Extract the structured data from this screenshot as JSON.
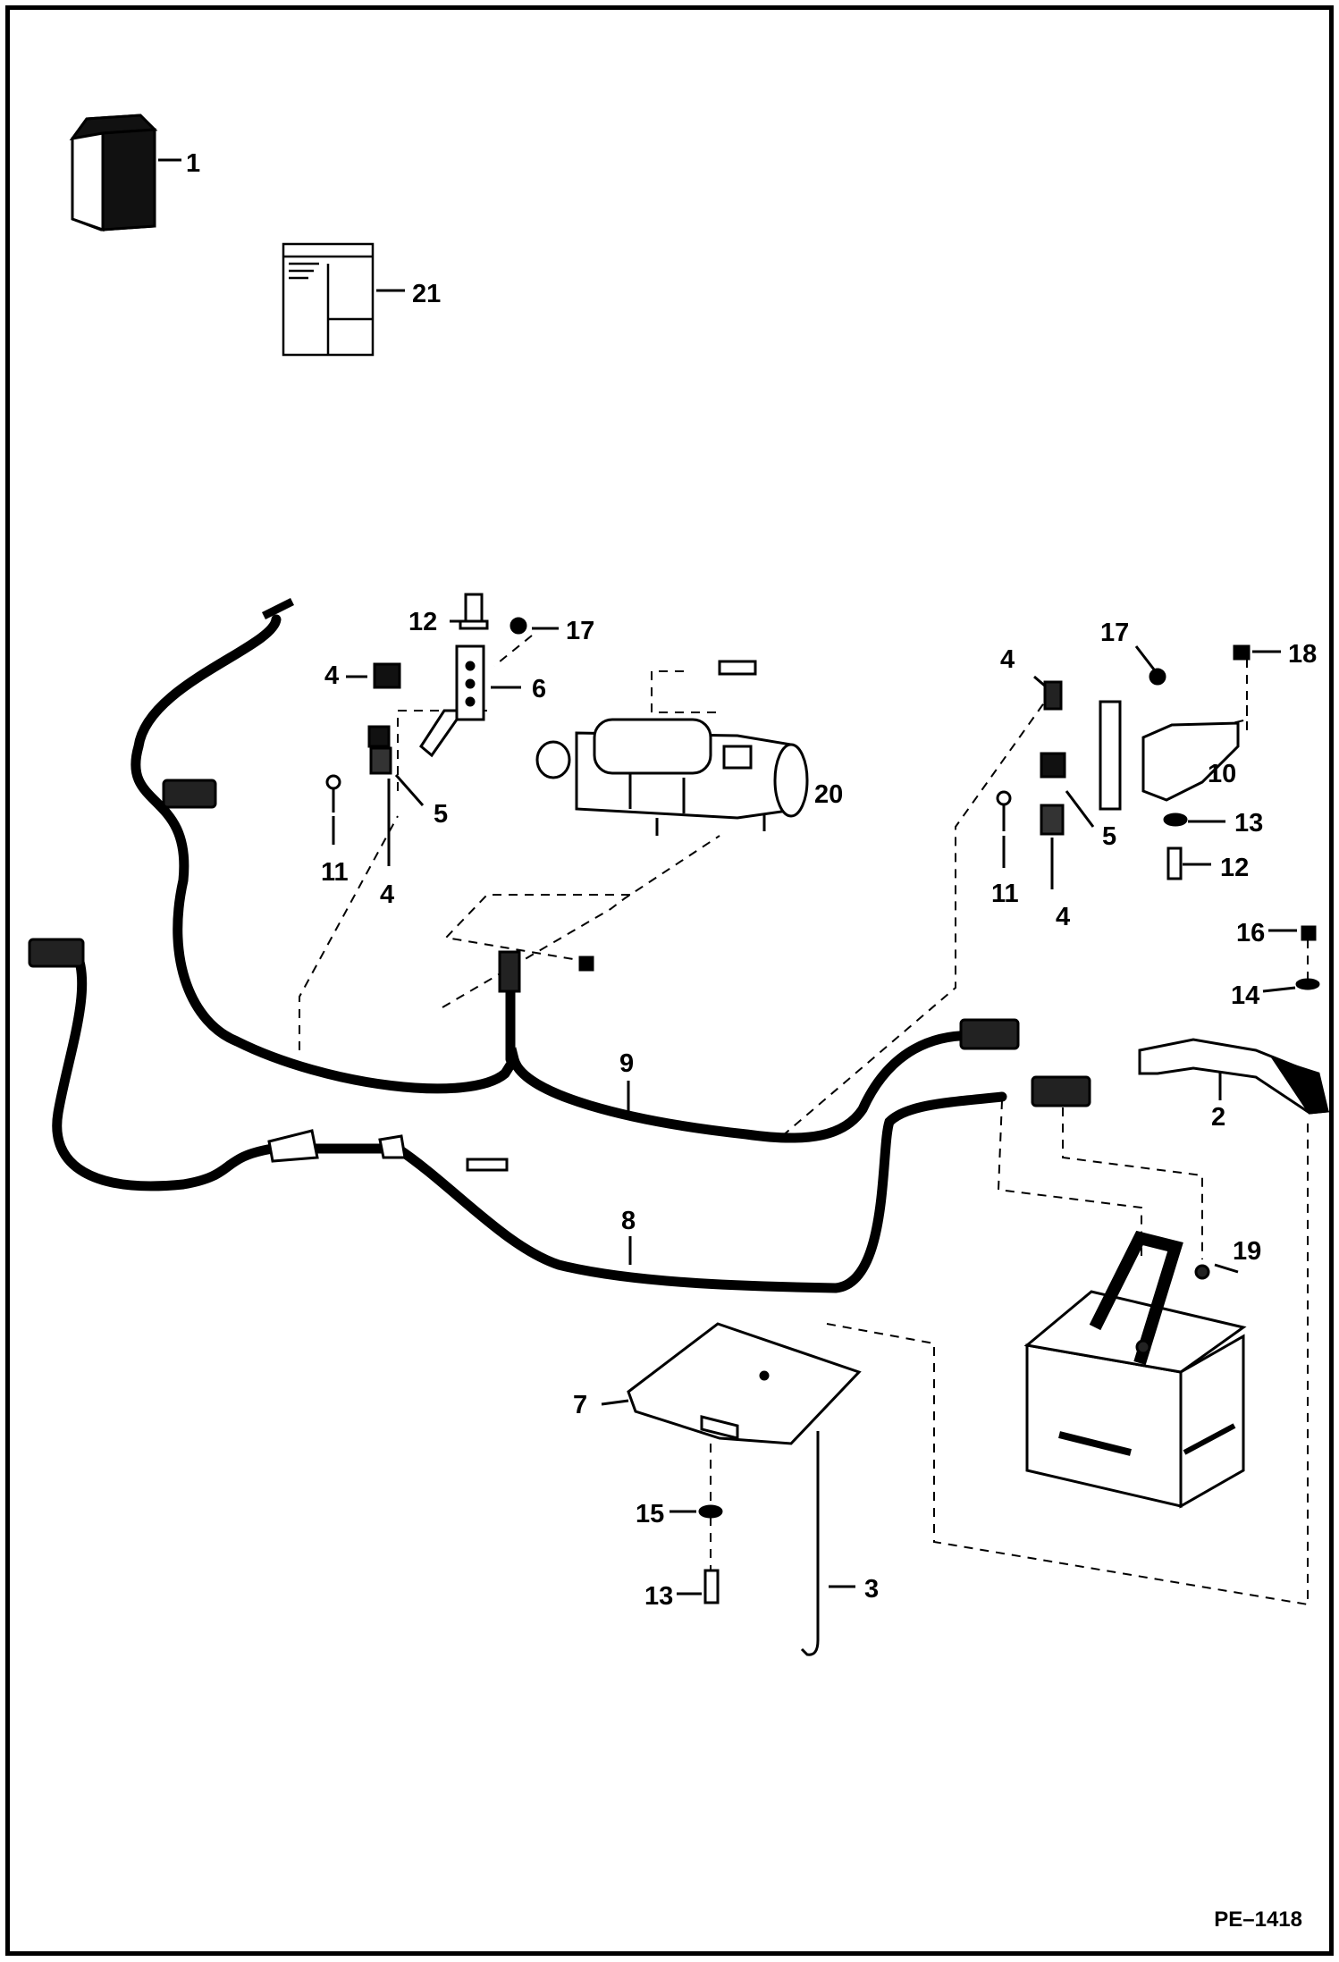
{
  "diagram": {
    "document_id": "PE–1418",
    "callouts": [
      {
        "key": "c1",
        "label": "1"
      },
      {
        "key": "c21",
        "label": "21"
      },
      {
        "key": "c12a",
        "label": "12"
      },
      {
        "key": "c17a",
        "label": "17"
      },
      {
        "key": "c4a",
        "label": "4"
      },
      {
        "key": "c6",
        "label": "6"
      },
      {
        "key": "c5a",
        "label": "5"
      },
      {
        "key": "c11a",
        "label": "11"
      },
      {
        "key": "c4b",
        "label": "4"
      },
      {
        "key": "c20",
        "label": "20"
      },
      {
        "key": "c17b",
        "label": "17"
      },
      {
        "key": "c18",
        "label": "18"
      },
      {
        "key": "c4c",
        "label": "4"
      },
      {
        "key": "c10",
        "label": "10"
      },
      {
        "key": "c13a",
        "label": "13"
      },
      {
        "key": "c5b",
        "label": "5"
      },
      {
        "key": "c12b",
        "label": "12"
      },
      {
        "key": "c11b",
        "label": "11"
      },
      {
        "key": "c4d",
        "label": "4"
      },
      {
        "key": "c16",
        "label": "16"
      },
      {
        "key": "c14",
        "label": "14"
      },
      {
        "key": "c9",
        "label": "9"
      },
      {
        "key": "c2",
        "label": "2"
      },
      {
        "key": "c8",
        "label": "8"
      },
      {
        "key": "c19",
        "label": "19"
      },
      {
        "key": "c7",
        "label": "7"
      },
      {
        "key": "c15",
        "label": "15"
      },
      {
        "key": "c3",
        "label": "3"
      },
      {
        "key": "c13b",
        "label": "13"
      }
    ]
  }
}
